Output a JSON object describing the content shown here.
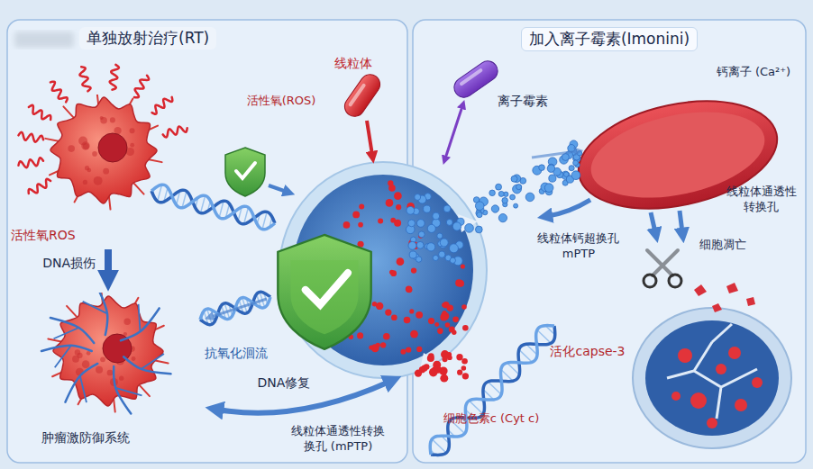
{
  "diagram": {
    "nodes": [
      {
        "text": [
          "单独放射治疗(RT)"
        ]
      },
      {
        "text": [
          "加入离子霉素(Imonini)"
        ]
      },
      {
        "text": [
          "活性氧ROS"
        ],
        "in": 0
      },
      {
        "text": [
          "肿瘤激防御系统"
        ],
        "in": 0
      }
    ],
    "edges": [
      {
        "from": 2,
        "to": 3,
        "arrow": "to",
        "label": "DNA损伤"
      }
    ],
    "labels": [
      "线粒体",
      "活性氧(ROS)",
      "抗氧化洄流",
      "DNA修复",
      "线粒体通透性转换 换孔 (mPTP)",
      "离子霉素",
      "钙离子 (Ca²⁺)",
      "线粒体通透性 转换孔",
      "线粒体钙超换孔 mPTP",
      "细胞凋亡",
      "活化capse-3",
      "细胞色素c (Cyt c)"
    ]
  }
}
